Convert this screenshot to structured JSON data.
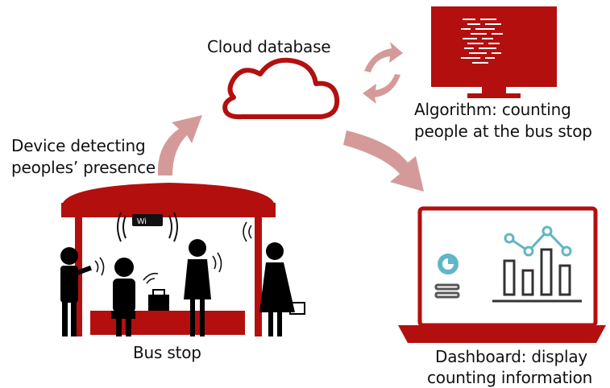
{
  "labels": {
    "cloud": "Cloud database",
    "algorithm_line1": "Algorithm: counting",
    "algorithm_line2": "people at the bus stop",
    "device_line1": "Device detecting",
    "device_line2": "peoples’ presence",
    "bus_stop": "Bus stop",
    "dashboard_line1": "Dashboard: display",
    "dashboard_line2": "counting information",
    "wifi_badge": "Wi"
  },
  "colors": {
    "accent": "#b30f0f",
    "arrow": "#d49a9a",
    "chart_line": "#5fb6c6",
    "bars": "#333333",
    "figures": "#000000"
  },
  "icons": [
    "cloud-icon",
    "monitor-icon",
    "sync-arrows-icon",
    "laptop-icon",
    "bus-shelter-icon",
    "wifi-router-icon",
    "person-icon",
    "pie-chart-icon"
  ]
}
